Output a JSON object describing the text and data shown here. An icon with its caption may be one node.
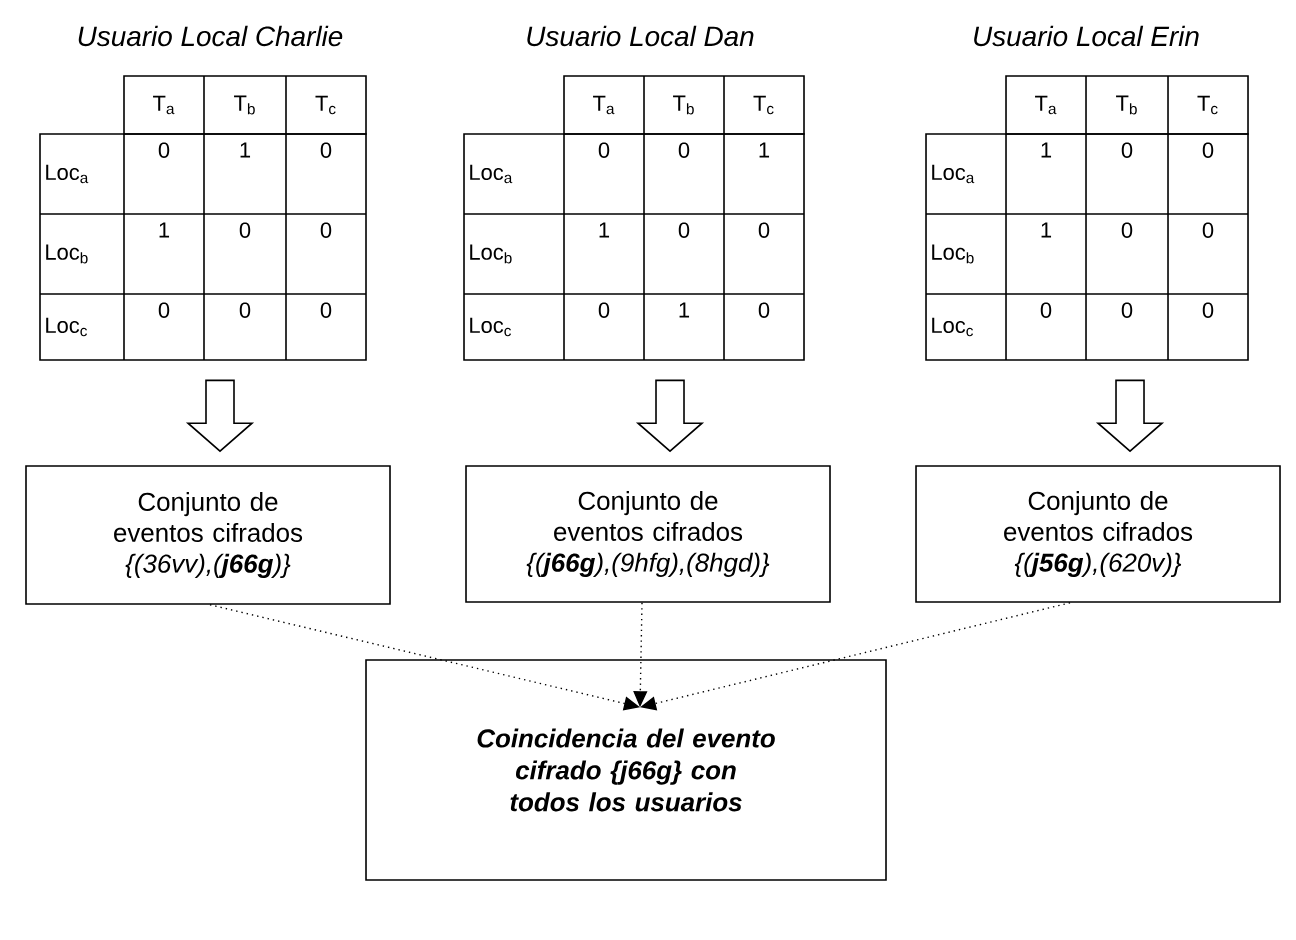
{
  "diagram": {
    "nodes": [
      {
        "text": [
          "Usuario Local Charlie",
          "T$_{a}$",
          "T$_{b}$",
          "T$_{c}$",
          "Loc$_{a}$",
          "0",
          "1",
          "0",
          "Loc$_{b}$",
          "1",
          "0",
          "0",
          "Loc$_{c}$",
          "0",
          "0",
          "0"
        ]
      },
      {
        "text": [
          "Usuario Local Dan",
          "T$_{a}$",
          "T$_{b}$",
          "T$_{c}$",
          "Loc$_{a}$",
          "0",
          "0",
          "1",
          "Loc$_{b}$",
          "1",
          "0",
          "0",
          "Loc$_{c}$",
          "0",
          "1",
          "0"
        ]
      },
      {
        "text": [
          "Usuario Local Erin",
          "T$_{a}$",
          "T$_{b}$",
          "T$_{c}$",
          "Loc$_{a}$",
          "1",
          "0",
          "0",
          "Loc$_{b}$",
          "1",
          "0",
          "0",
          "Loc$_{c}$",
          "0",
          "0",
          "0"
        ]
      },
      {
        "text": [
          "Conjunto de eventos cifrados",
          "{(36vv),(**j66g**)}"
        ]
      },
      {
        "text": [
          "Conjunto de eventos cifrados",
          "{(**j66g**),(9hfg),(8hgd)}"
        ]
      },
      {
        "text": [
          "Conjunto de eventos cifrados",
          "{(**j56g**),(620v)}"
        ]
      },
      {
        "text": [
          "Coincidencia del evento cifrado {j66g} con todos los usuarios"
        ]
      }
    ],
    "edges": [
      {
        "from": 0,
        "to": 3,
        "arrow": "to"
      },
      {
        "from": 1,
        "to": 4,
        "arrow": "to"
      },
      {
        "from": 2,
        "to": 5,
        "arrow": "to"
      },
      {
        "from": 3,
        "to": 6,
        "arrow": "to",
        "style": "dashed"
      },
      {
        "from": 4,
        "to": 6,
        "arrow": "to",
        "style": "dashed"
      },
      {
        "from": 5,
        "to": 6,
        "arrow": "to",
        "style": "dashed"
      }
    ]
  }
}
